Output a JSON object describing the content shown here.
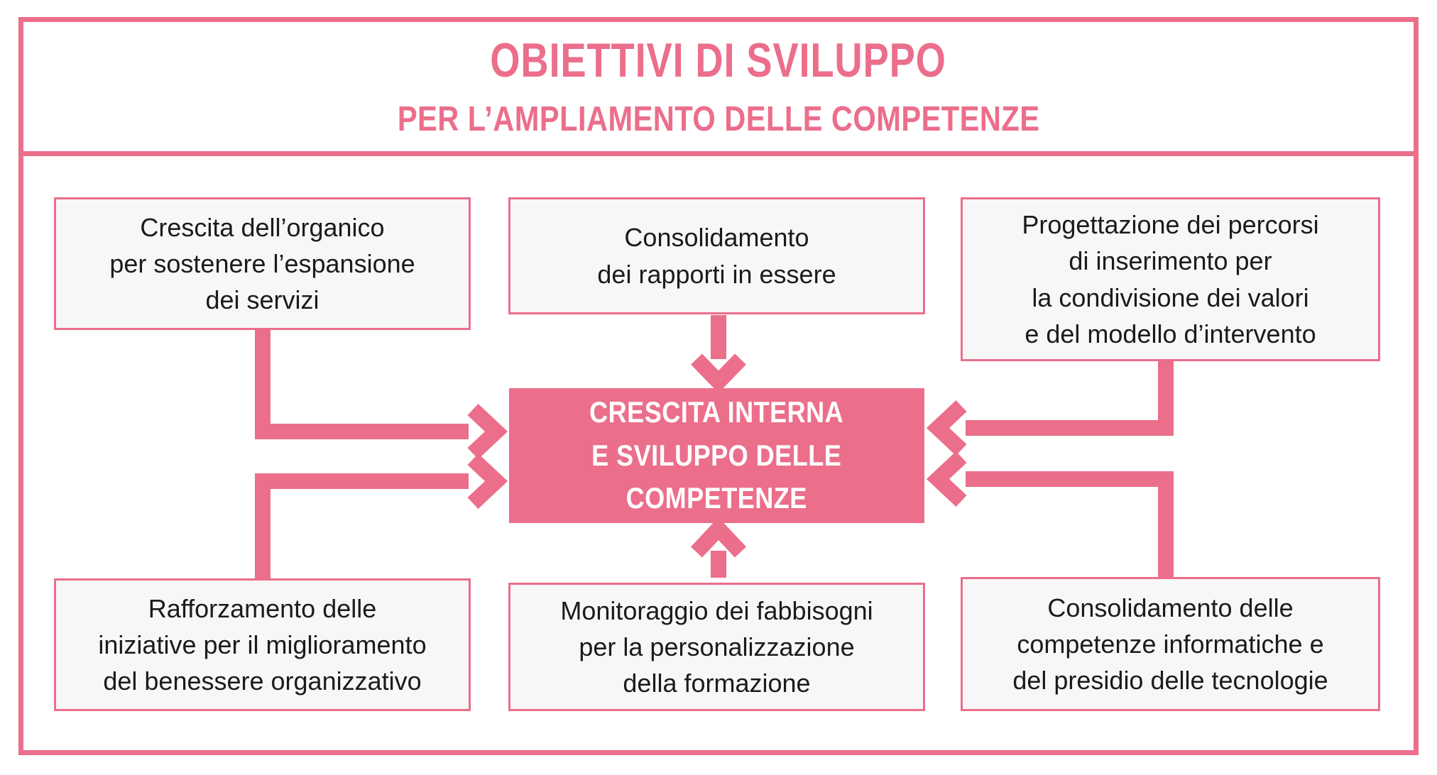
{
  "colors": {
    "pink": "#EB6E8B",
    "box-fill": "#F7F7F7",
    "ink": "#1B1B1B",
    "white": "#FFFFFF"
  },
  "header": {
    "title": "OBIETTIVI DI SVILUPPO",
    "subtitle": "PER L’AMPLIAMENTO DELLE COMPETENZE"
  },
  "center_node": {
    "label": "CRESCITA INTERNA\nE SVILUPPO DELLE\nCOMPETENZE"
  },
  "nodes": [
    {
      "id": "crescita-organico",
      "position": "top-left",
      "text": "Crescita dell’organico\nper sostenere l’espansione\ndei servizi"
    },
    {
      "id": "consolidamento-rapporti",
      "position": "top-center",
      "text": "Consolidamento\ndei rapporti in essere"
    },
    {
      "id": "progettazione-percorsi",
      "position": "top-right",
      "text": "Progettazione dei percorsi\ndi inserimento per\nla condivisione dei valori\ne del modello d’intervento"
    },
    {
      "id": "rafforzamento-iniziative",
      "position": "bottom-left",
      "text": "Rafforzamento delle\niniziative per il miglioramento\ndel benessere organizzativo"
    },
    {
      "id": "monitoraggio-fabbisogni",
      "position": "bottom-center",
      "text": "Monitoraggio dei fabbisogni\nper la personalizzazione\ndella formazione"
    },
    {
      "id": "consolidamento-competenze",
      "position": "bottom-right",
      "text": "Consolidamento delle\ncompetenze informatiche e\ndel presidio delle tecnologie"
    }
  ]
}
